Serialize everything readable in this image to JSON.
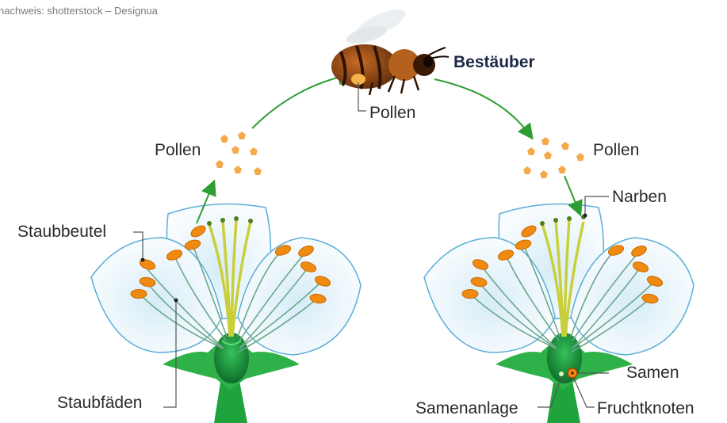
{
  "credit": "nachweis: shotterstock – Designua",
  "labels": {
    "pollinator": "Bestäuber",
    "pollen_bee": "Pollen",
    "pollen_left": "Pollen",
    "pollen_right": "Pollen",
    "anther": "Staubbeutel",
    "filament": "Staubfäden",
    "stigma": "Narben",
    "seed": "Samen",
    "ovule": "Samenanlage",
    "ovary": "Fruchtknoten"
  },
  "colors": {
    "petal": "#f2f9fd",
    "petal_edge": "#5aaed6",
    "stem": "#2fb14a",
    "anther": "#f08a10",
    "filament": "#6ba88c",
    "style": "#c8cf3a",
    "arrow": "#2f9e32",
    "pollen": "#f5a94a"
  },
  "icons": [
    "bee-icon"
  ]
}
